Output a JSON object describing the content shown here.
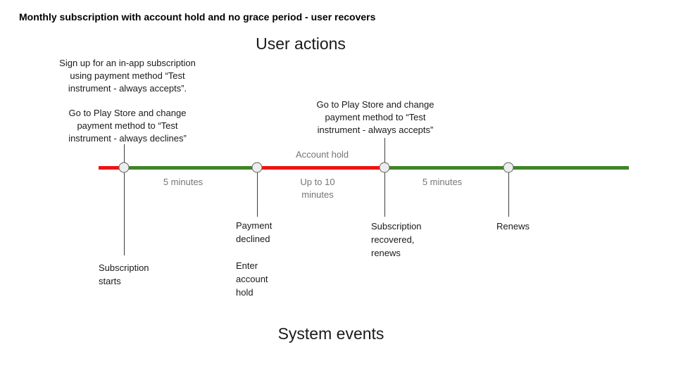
{
  "title": "Monthly subscription with account hold and no grace period - user recovers",
  "lanes": {
    "user_actions_heading": "User actions",
    "system_events_heading": "System events"
  },
  "user_annotations": {
    "signup": "Sign up for an in-app subscription\nusing payment method “Test\ninstrument - always accepts”.",
    "change_to_declines": "Go to Play Store and change\npayment method to “Test\ninstrument - always declines”",
    "change_to_accepts": "Go to Play Store and change\npayment method to “Test\ninstrument - always accepts”"
  },
  "timeline": {
    "account_hold_label": "Account hold",
    "segment_colors": [
      "red",
      "green",
      "red",
      "green"
    ],
    "durations": [
      "5 minutes",
      "Up to 10\nminutes",
      "5 minutes"
    ]
  },
  "system_events": {
    "subscription_starts": "Subscription\nstarts",
    "payment_declined": "Payment\ndeclined",
    "enter_account_hold": "Enter\naccount\nhold",
    "subscription_recovered": "Subscription\nrecovered,\nrenews",
    "renews": "Renews"
  },
  "colors": {
    "timeline-green": "#3f8429",
    "timeline-red": "#ee1212",
    "muted-text": "#757575",
    "node-fill": "#ededed",
    "node-border": "#5f5f5f",
    "connector": "#3c3c3c",
    "text": "#111111"
  }
}
